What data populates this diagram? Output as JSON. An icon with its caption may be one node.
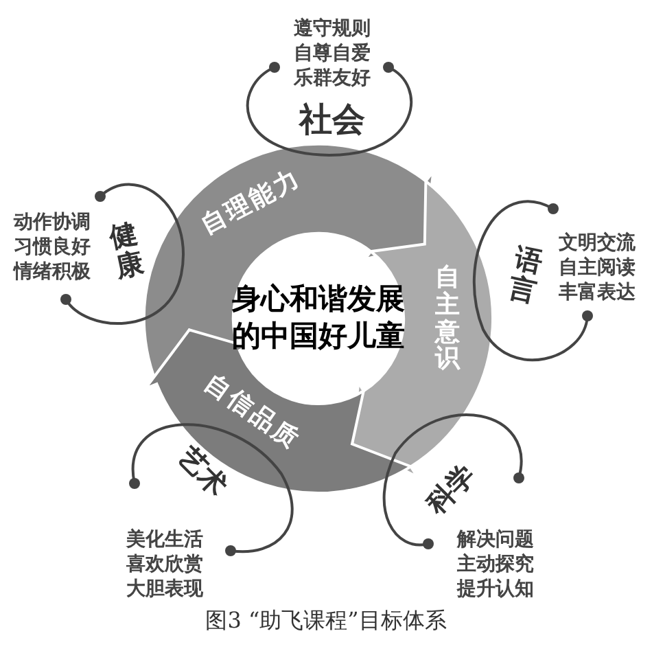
{
  "diagram": {
    "caption": "图3 “助飞课程”目标体系",
    "nodes": [
      {
        "text": [
          "社会"
        ],
        "beside": [
          "遵守规则",
          "自尊自爱",
          "乐群友好"
        ]
      },
      {
        "text": [
          "自理能力"
        ]
      },
      {
        "text": [
          "健康"
        ],
        "beside": [
          "动作协调",
          "习惯良好",
          "情绪积极"
        ]
      },
      {
        "text": [
          "语言"
        ],
        "beside": [
          "文明交流",
          "自主阅读",
          "丰富表达"
        ]
      },
      {
        "text": [
          "身心和谐发展的中国好儿童"
        ]
      },
      {
        "text": [
          "自主意识"
        ]
      },
      {
        "text": [
          "自信品质"
        ]
      },
      {
        "text": [
          "艺术"
        ],
        "beside": [
          "美化生活",
          "喜欢欣赏",
          "大胆表现"
        ]
      },
      {
        "text": [
          "科学"
        ],
        "beside": [
          "解决问题",
          "主动探究",
          "提升认知"
        ]
      }
    ]
  }
}
